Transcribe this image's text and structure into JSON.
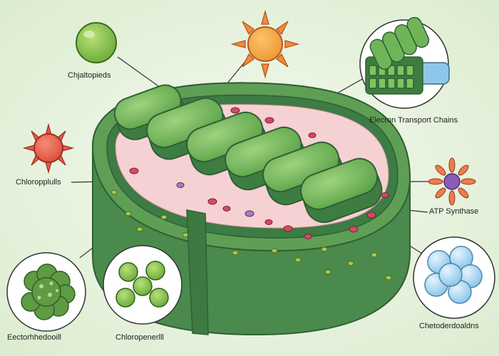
{
  "labels": {
    "chjaltopieds": "Chjaltopieds",
    "chloropplulls": "Chloropplulls",
    "electron_transport_chains": "Elecron Transport Chains",
    "atp_synthase": "ATP Synthase",
    "eectorhhedooill": "Eectorhhedooill",
    "chloropenerlll": "Chloropenerlll",
    "chetoderdoaldns": "Chetoderdoaldns"
  },
  "colors": {
    "background": "#e6f2dc",
    "outer_membrane": "#4f8f52",
    "thylakoid_fill": "#6fb558",
    "stroma": "#f7d3d6",
    "star_orange": "#f4a641",
    "star_red": "#ea6451",
    "star_purple": "#8b5bb5",
    "cluster_blue": "#a9d6ef"
  }
}
